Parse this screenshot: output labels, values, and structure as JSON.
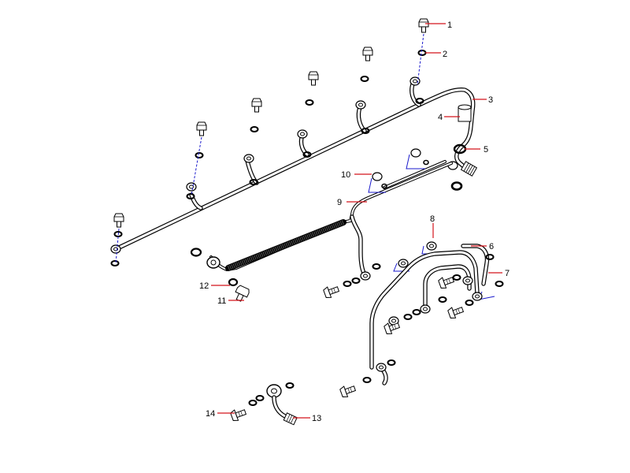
{
  "callouts": [
    "1",
    "2",
    "3",
    "4",
    "5",
    "6",
    "7",
    "8",
    "9",
    "10",
    "11",
    "12",
    "13",
    "14"
  ],
  "colors": {
    "leader": "#d4141c",
    "axis": "#1a1acc",
    "line": "#000000"
  },
  "parts": {
    "bolt": "banjo-bolt",
    "washer": "sealing-washer",
    "pipe": "fuel-pipe",
    "banjo": "banjo-fitting"
  }
}
